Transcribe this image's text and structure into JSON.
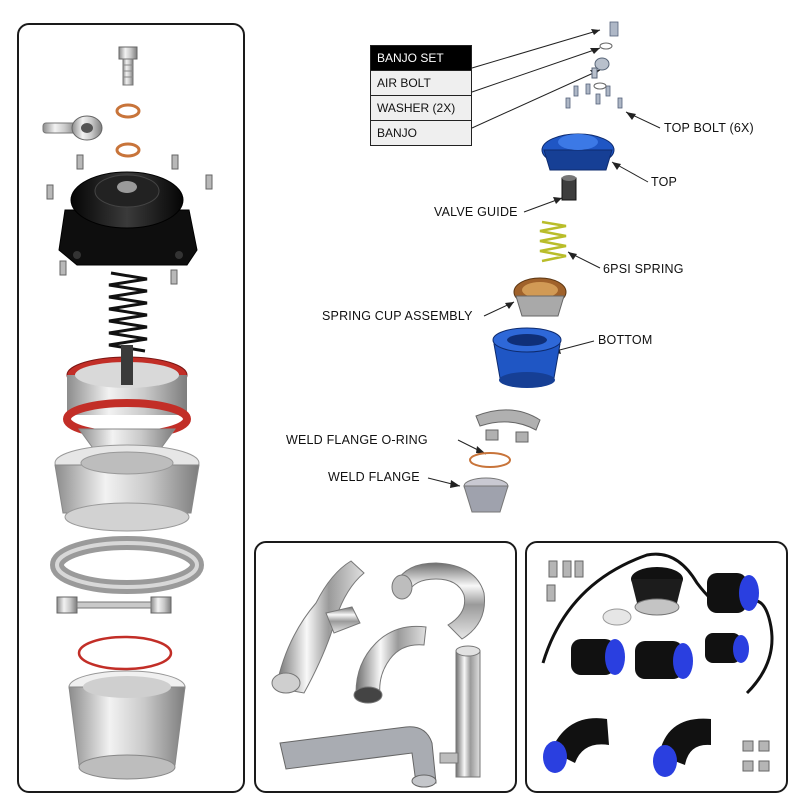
{
  "legend": {
    "title": "BANJO SET",
    "items": [
      "AIR BOLT",
      "WASHER (2X)",
      "BANJO"
    ]
  },
  "callouts": {
    "top_bolt": "TOP BOLT (6X)",
    "top": "TOP",
    "valve_guide": "VALVE GUIDE",
    "spring": "6PSI SPRING",
    "spring_cup": "SPRING CUP ASSEMBLY",
    "bottom": "BOTTOM",
    "oring": "WELD FLANGE O-RING",
    "weld_flange": "WELD FLANGE"
  },
  "colors": {
    "blue_part": "#1f56c4",
    "black_part": "#151515",
    "spring_yellow": "#d6d84a",
    "oring_red": "#b5342a",
    "silicone_blue": "#2a3fe0"
  }
}
